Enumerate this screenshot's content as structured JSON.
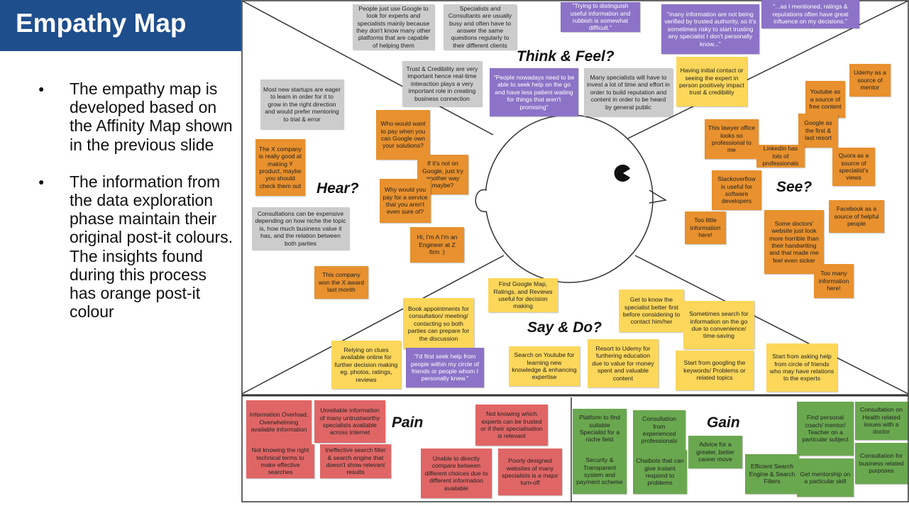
{
  "title": "Empathy Map",
  "bullets": [
    "The empathy map is developed based on the Affinity Map shown in the previous slide",
    "The information from the data exploration phase maintain their original post-it colours. The insights found during this process has orange post-it colour"
  ],
  "labels": {
    "think": "Think & Feel?",
    "hear": "Hear?",
    "see": "See?",
    "say": "Say & Do?",
    "pain": "Pain",
    "gain": "Gain"
  },
  "colors": {
    "grey": "#cccccc",
    "orange": "#e8912e",
    "yellow": "#fcd75a",
    "purple": "#8c73c7",
    "red": "#e06666",
    "green": "#6aa84f",
    "title_bar": "#1f4e8c"
  },
  "notes": {
    "think": [
      "People just use Google to look for experts and specialists mainly because they don't know many other platforms that are capable of helping them",
      "Specialists and Consultants are usually busy and often have to answer the same questions regularly to their different clients",
      "\"Trying to distinguish useful information and rubbish is somewhat difficult.\"",
      "\"many information are not being verified by trusted authority, so it's sometimes risky to start trusting any specialist I don't personally know...\"",
      "\"...as I mentioned, ratings & reputations often have great influence on my decisions.\"",
      "Trust & Credibility are very important hence real-time interaction plays a very important role in creating business connection",
      "\"People nowadays need to be able to seek help on the go and have less patient waiting for things that aren't promising\"",
      "Many specialists will have to invest a lot of time and effort in order to build reputation and content in order to be heard by general public",
      "Having initial contact or seeing the expert in person positively impact trust & credibility"
    ],
    "hear": [
      "Most new startups are eager to learn in order for it to grow in the right direction and would prefer mentoring to trial & error",
      "Who would want to pay when you can Google own your solutions?",
      "The X company is really good at making Y product, maybe you should check them out",
      "If it's not on Google, just try another way maybe?",
      "Why would you pay for a service that you aren't even sure of?",
      "Consultations can be expensive depending on how niche the topic is, how much business value it has, and the relation between both parties",
      "Hi, I'm A I'm an Engineer at Z firm :)",
      "This company won the X award last month"
    ],
    "see": [
      "Udemy as a source of mentor",
      "Youtube as a source of free content",
      "Google as the first & last resort",
      "This lawyer office looks so professional to me",
      "LinkedIn has lots of professionals",
      "Quora as a source of specialist's views",
      "Stackoverflow is useful for software developers",
      "Too little information here!",
      "Facebook as a source of helpful people",
      "Some doctors' website just look more horrible than their handwriting and that made me feel even sicker",
      "Too many information here!"
    ],
    "say": [
      "Find Google Map, Ratings, and Reviews useful for decision making",
      "Get to know the specialist better first before considering to contact him/her",
      "Book appointments for consultation/ meeting/ contacting so both parties can prepare for the discussion",
      "Sometimes search for information on the go due to convenience/ time-saving",
      "Relying on clues available online for further decision making eg. photos, ratings, reviews",
      "\"I'd first seek help from people within my circle of friends or people whom I personally knew.\"",
      "Search on Youtube for learning new knowledge & enhancing expertise",
      "Resort to Udemy for furthering education due to value for money spent and valuable content",
      "Start from googling the keywords/ Problems or related topics",
      "Start from asking help from circle of friends who may have relations to the experts"
    ],
    "pain": [
      "Information Overload, Overwhelming available information",
      "Unreliable information of many untrustworthy specialists available across internet",
      "Not knowing which experts can be trusted or if their specialisation is relevant",
      "Not knowing the right technical terms to make effective searches",
      "Ineffective search filter & search engine that doesn't show relevant results",
      "Unable to directly compare between different choices due to different information available",
      "Poorly designed websites of many specialists is a major turn-off"
    ],
    "gain": [
      "Platform to find suitable Specialist for a niche field",
      "Consultation from experienced professionals",
      "Find personal coach/ mentor/ Teacher on a particular subject",
      "Consultation on Health related issues with a doctor",
      "Advice for a greater, better career move",
      "Security & Transparent system and payment scheme",
      "Chatbots that can give instant respond to problems",
      "Efficient Search Engine & Search Filters",
      "Get mentorship on a particular skill",
      "Consultation for business related purposes"
    ]
  }
}
